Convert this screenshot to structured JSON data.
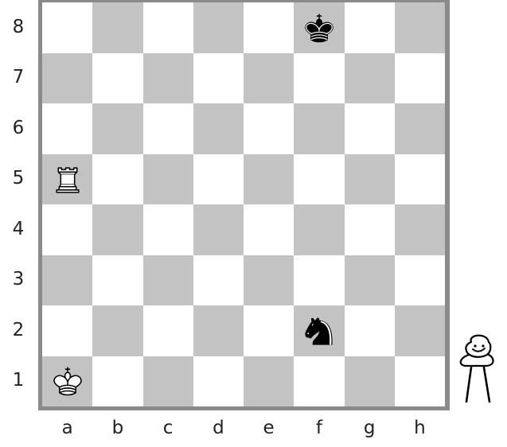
{
  "board": {
    "files": [
      "a",
      "b",
      "c",
      "d",
      "e",
      "f",
      "g",
      "h"
    ],
    "ranks": [
      "8",
      "7",
      "6",
      "5",
      "4",
      "3",
      "2",
      "1"
    ],
    "colors": {
      "light": "#ffffff",
      "dark": "#c3c3c3",
      "frame": "#8a8a8a"
    },
    "pieces": [
      {
        "square": "f8",
        "color": "black",
        "type": "king"
      },
      {
        "square": "a5",
        "color": "white",
        "type": "rook"
      },
      {
        "square": "f2",
        "color": "black",
        "type": "knight"
      },
      {
        "square": "a1",
        "color": "white",
        "type": "king"
      }
    ]
  },
  "decoration": {
    "icon": "smiley-stick-figure-icon"
  }
}
